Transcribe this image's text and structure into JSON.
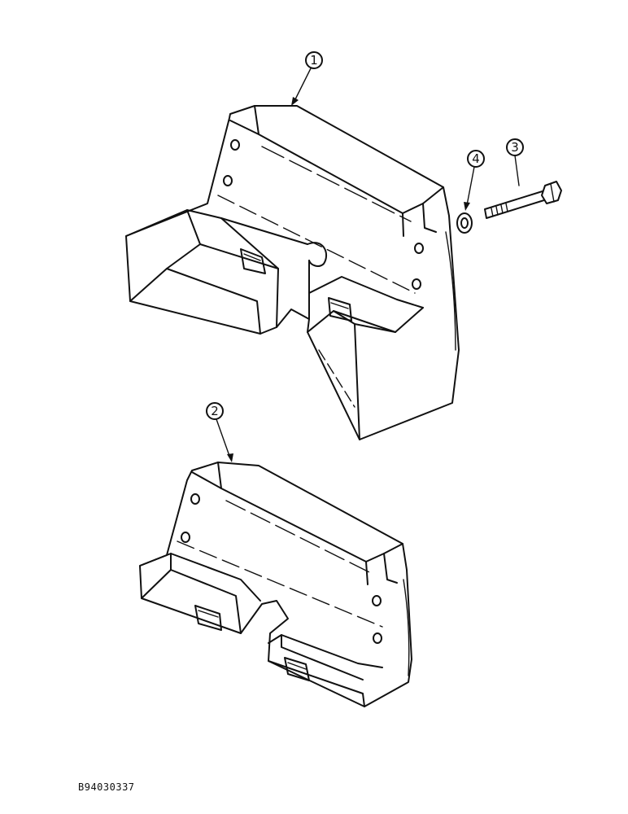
{
  "callouts": [
    {
      "id": "1",
      "label": "1"
    },
    {
      "id": "2",
      "label": "2"
    },
    {
      "id": "3",
      "label": "3"
    },
    {
      "id": "4",
      "label": "4"
    }
  ],
  "drawing_code": "B94030337"
}
